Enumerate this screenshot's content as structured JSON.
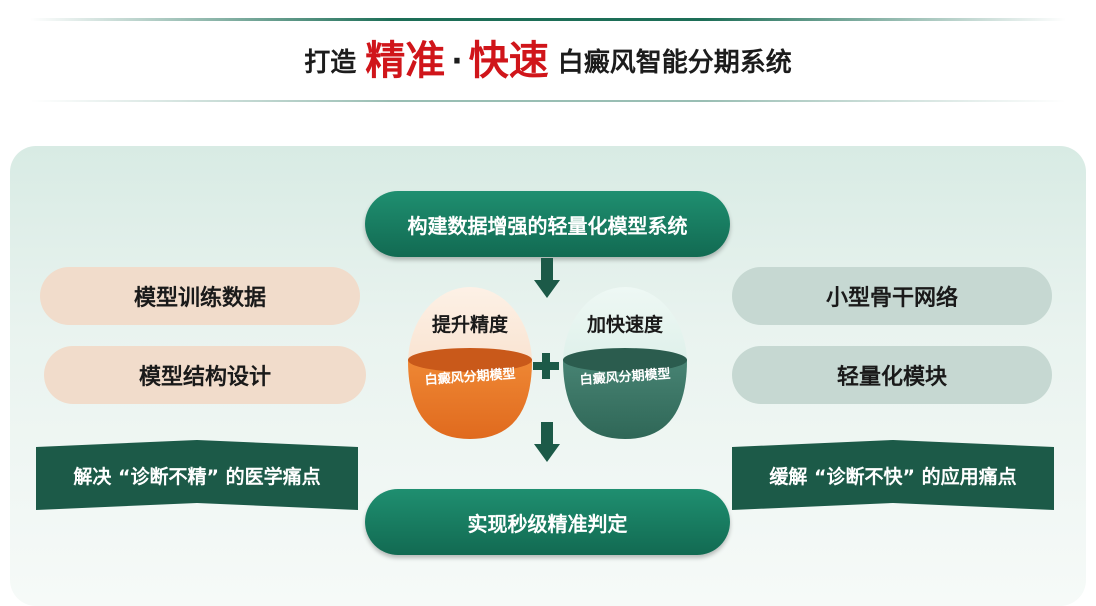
{
  "header": {
    "prefix": "打造",
    "accent_1": "精准",
    "separator": "·",
    "accent_2": "快速",
    "suffix": "白癜风智能分期系统"
  },
  "center": {
    "top_button": "构建数据增强的轻量化模型系统",
    "bottom_button": "实现秒级精准判定",
    "circle_left": {
      "title": "提升精度",
      "model_label": "白癜风分期模型"
    },
    "circle_right": {
      "title": "加快速度",
      "model_label": "白癜风分期模型"
    }
  },
  "left": {
    "items": [
      "模型训练数据",
      "模型结构设计"
    ],
    "banner": "解决 “诊断不精” 的医学痛点"
  },
  "right": {
    "items": [
      "小型骨干网络",
      "轻量化模块"
    ],
    "banner": "缓解 “诊断不快” 的应用痛点"
  },
  "colors": {
    "accent_red": "#d0151a",
    "primary_green": "#1c5a48",
    "button_green": "#1a7e62",
    "orange": "#ef7d2c",
    "teal_dark": "#3e7666"
  }
}
